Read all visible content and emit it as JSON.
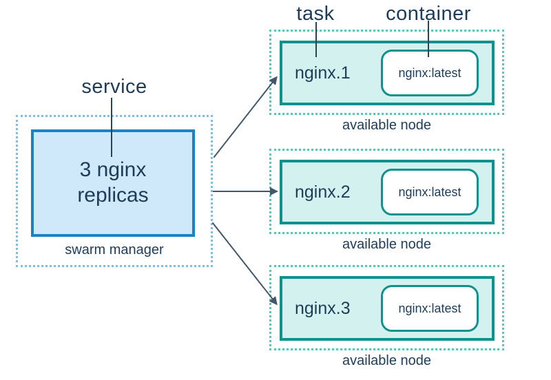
{
  "diagram": {
    "service_label": "service",
    "task_label": "task",
    "container_label": "container",
    "manager": {
      "box_text": "3 nginx\nreplicas",
      "caption": "swarm manager"
    },
    "nodes": [
      {
        "task": "nginx.1",
        "container": "nginx:latest",
        "caption": "available node"
      },
      {
        "task": "nginx.2",
        "container": "nginx:latest",
        "caption": "available node"
      },
      {
        "task": "nginx.3",
        "container": "nginx:latest",
        "caption": "available node"
      }
    ],
    "colors": {
      "background": "#ffffff",
      "text": "#1e3c58",
      "pointer_line": "#2b4257",
      "arrow": "#44566a",
      "manager_border": "#1b82c4",
      "manager_fill": "#cfe9fa",
      "manager_dotted": "#82bcdf",
      "node_border": "#11918d",
      "node_fill": "#d3f1ee",
      "node_dotted": "#5cc3b6",
      "container_fill": "#ffffff"
    }
  }
}
